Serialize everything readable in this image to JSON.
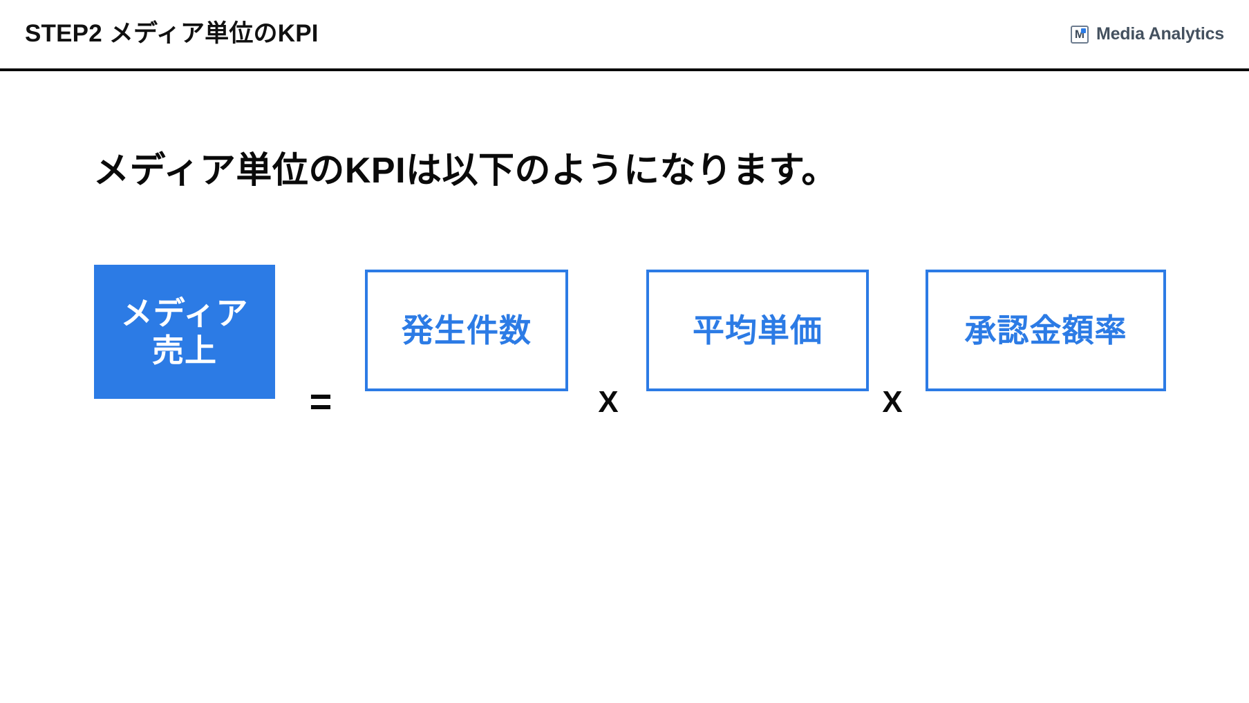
{
  "header": {
    "title": "STEP2 メディア単位のKPI",
    "brand": {
      "mark_glyph": "M",
      "name": "Media Analytics"
    }
  },
  "main": {
    "heading": "メディア単位のKPIは以下のようになります。",
    "formula": {
      "equals_symbol": "=",
      "times_symbol": "X",
      "terms": [
        {
          "label": "メディア\n売上",
          "style": "filled"
        },
        {
          "label": "発生件数",
          "style": "outlined"
        },
        {
          "label": "平均単価",
          "style": "outlined"
        },
        {
          "label": "承認金額率",
          "style": "outlined"
        }
      ],
      "operators": [
        "=",
        "X",
        "X"
      ]
    }
  },
  "colors": {
    "accent_blue": "#2c7be5",
    "text_black": "#0a0a0a",
    "brand_gray": "#44515f",
    "rule_black": "#000000",
    "background": "#ffffff"
  }
}
